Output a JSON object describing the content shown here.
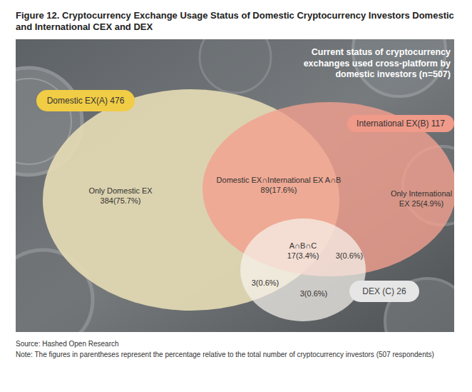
{
  "diagram": {
    "title": "Figure 12. Cryptocurrency Exchange Usage Status of Domestic Cryptocurrency Investors Domestic and International CEX and DEX",
    "nodes": [
      {
        "text": [
          "Domestic EX(A) 476"
        ]
      },
      {
        "text": [
          "International EX(B) 117"
        ]
      },
      {
        "text": [
          "DEX (C) 26"
        ]
      }
    ],
    "labels": [
      "Current status of cryptocurrency exchanges used cross-platform by domestic investors (n=507)",
      "Only Domestic EX 384(75.7%)",
      "Domestic EX∩International EX A∩B 89(17.6%)",
      "Only International EX 25(4.9%)",
      "A∩B∩C 17(3.4%)",
      "3(0.6%)",
      "3(0.6%)",
      "3(0.6%)",
      "Source: Hashed Open Research",
      "Note: The figures in parentheses represent the percentage relative to the total number of cryptocurrency investors (507 respondents)"
    ]
  }
}
